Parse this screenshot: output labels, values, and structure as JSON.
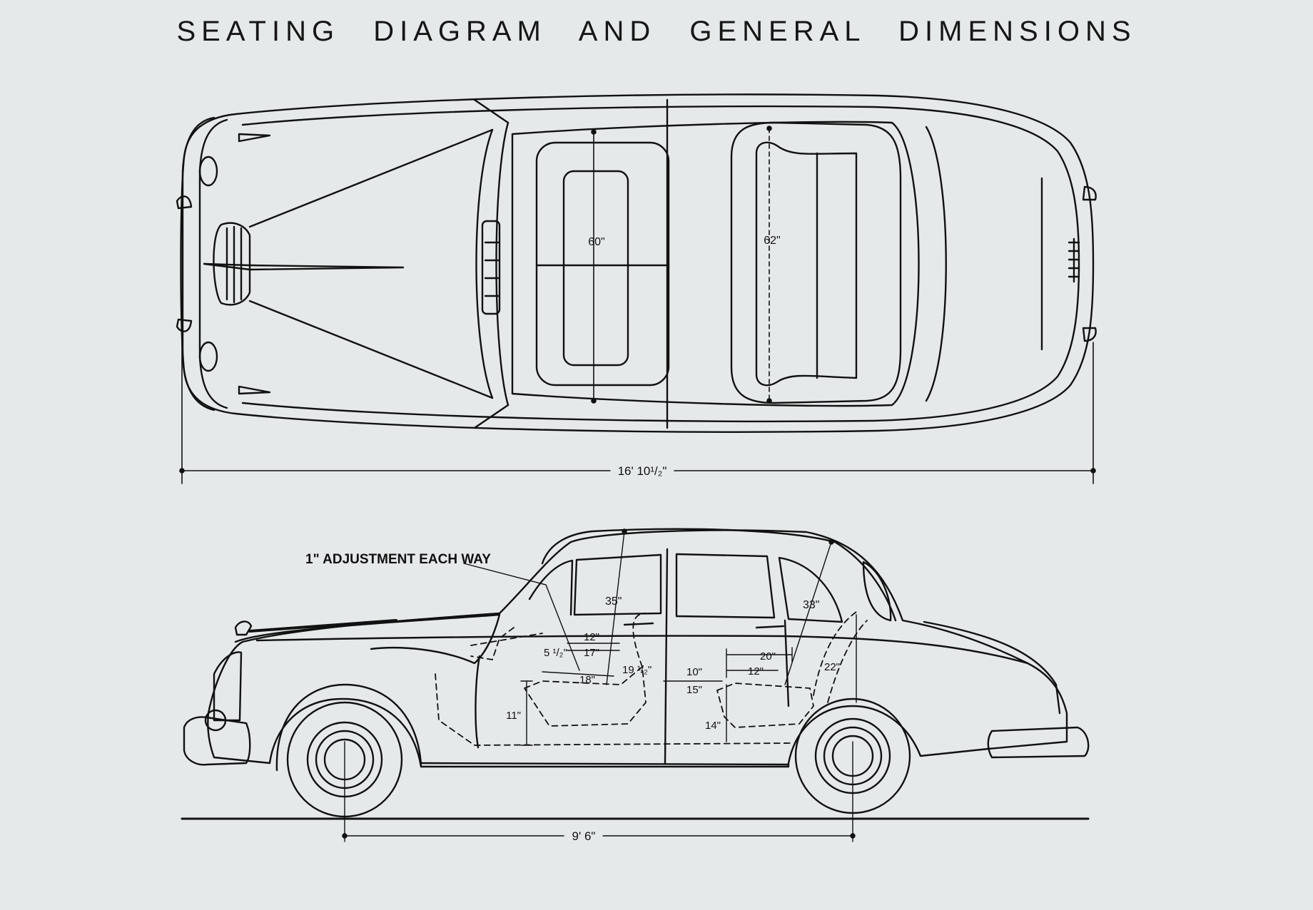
{
  "title": "SEATING DIAGRAM AND GENERAL DIMENSIONS",
  "plan_view": {
    "front_seat_width": "60\"",
    "rear_seat_width": "62\"",
    "overall_length": "16' 10¹/₂\""
  },
  "side_view": {
    "adjustment_note": "1\" ADJUSTMENT EACH WAY",
    "front_headroom": "35\"",
    "rear_headroom": "33\"",
    "dim_12_front": "12\"",
    "dim_17": "17\"",
    "dim_5_half": "5 ¹/₂\"",
    "dim_18": "18\"",
    "dim_19_half": "19 ¹/₂\"",
    "dim_11": "11\"",
    "dim_10": "10\"",
    "dim_15": "15\"",
    "dim_20": "20\"",
    "dim_12_rear": "12\"",
    "dim_22": "22\"",
    "dim_14": "14\"",
    "wheelbase": "9' 6\""
  },
  "colors": {
    "paper": "#e6e9ea",
    "ink": "#111111"
  }
}
